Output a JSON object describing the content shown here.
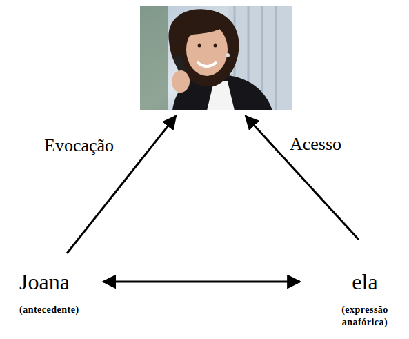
{
  "diagram": {
    "nodes": [
      {
        "text": [
          "Joana",
          "(antecedente)"
        ]
      },
      {
        "text": [
          "ela",
          "(expressão anafórica)"
        ]
      }
    ],
    "edges": [
      {
        "from": 0,
        "to": 1,
        "arrow": "both"
      }
    ],
    "labels": [
      "Evocação",
      "Acesso"
    ]
  }
}
